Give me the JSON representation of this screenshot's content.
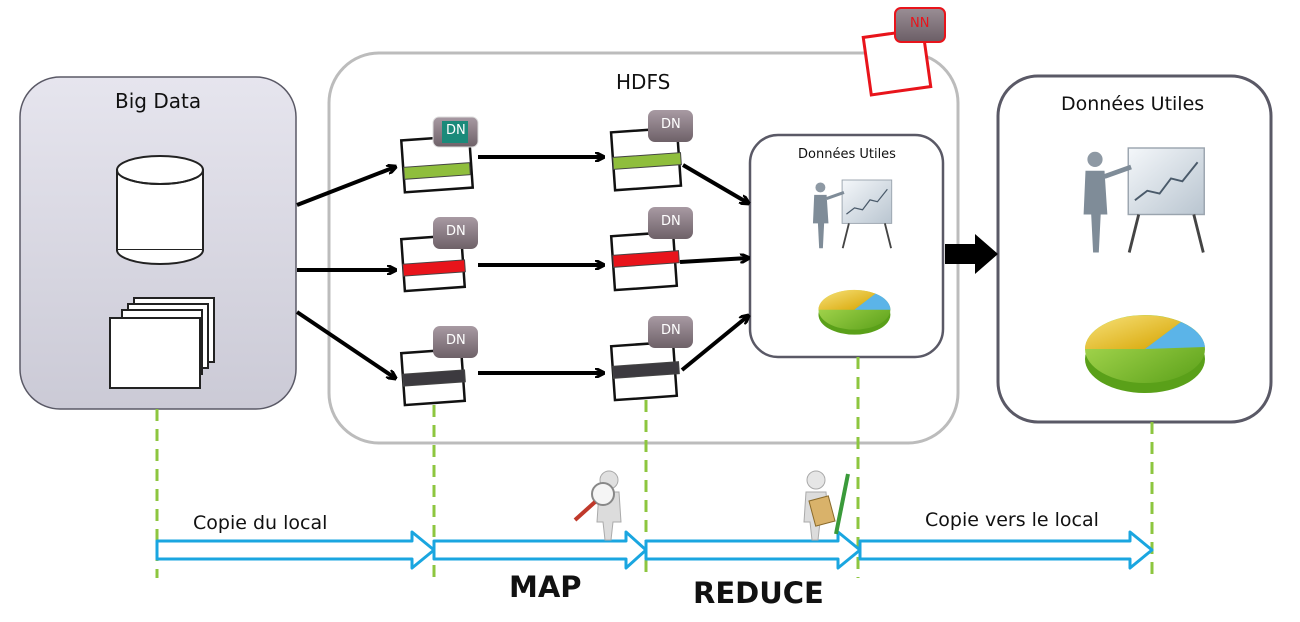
{
  "boxes": {
    "big_data": {
      "title": "Big Data"
    },
    "hdfs": {
      "title": "HDFS"
    },
    "inner_useful": {
      "title": "Données Utiles"
    },
    "output": {
      "title": "Données Utiles"
    }
  },
  "nodes": {
    "name_node": "NN",
    "data_node": "DN"
  },
  "timeline": {
    "copy_local": "Copie du local",
    "copy_to_local": "Copie vers le local",
    "map": "MAP",
    "reduce": "REDUCE"
  },
  "colors": {
    "block_green": "#8fbe3c",
    "block_red": "#e8141b",
    "block_dark": "#3c3a3f",
    "dn_teal": "#1a8a7a",
    "dn_gray": "#8a7f86",
    "nn_red": "#d9141a",
    "timeline_blue": "#1aa6e0",
    "guide_green": "#8dc63f",
    "box_border": "#5a5966"
  },
  "icons": [
    "database-icon",
    "documents-stack-icon",
    "presenter-chart-icon",
    "pie-chart-icon",
    "magnifier-person-icon",
    "pencil-person-icon"
  ]
}
